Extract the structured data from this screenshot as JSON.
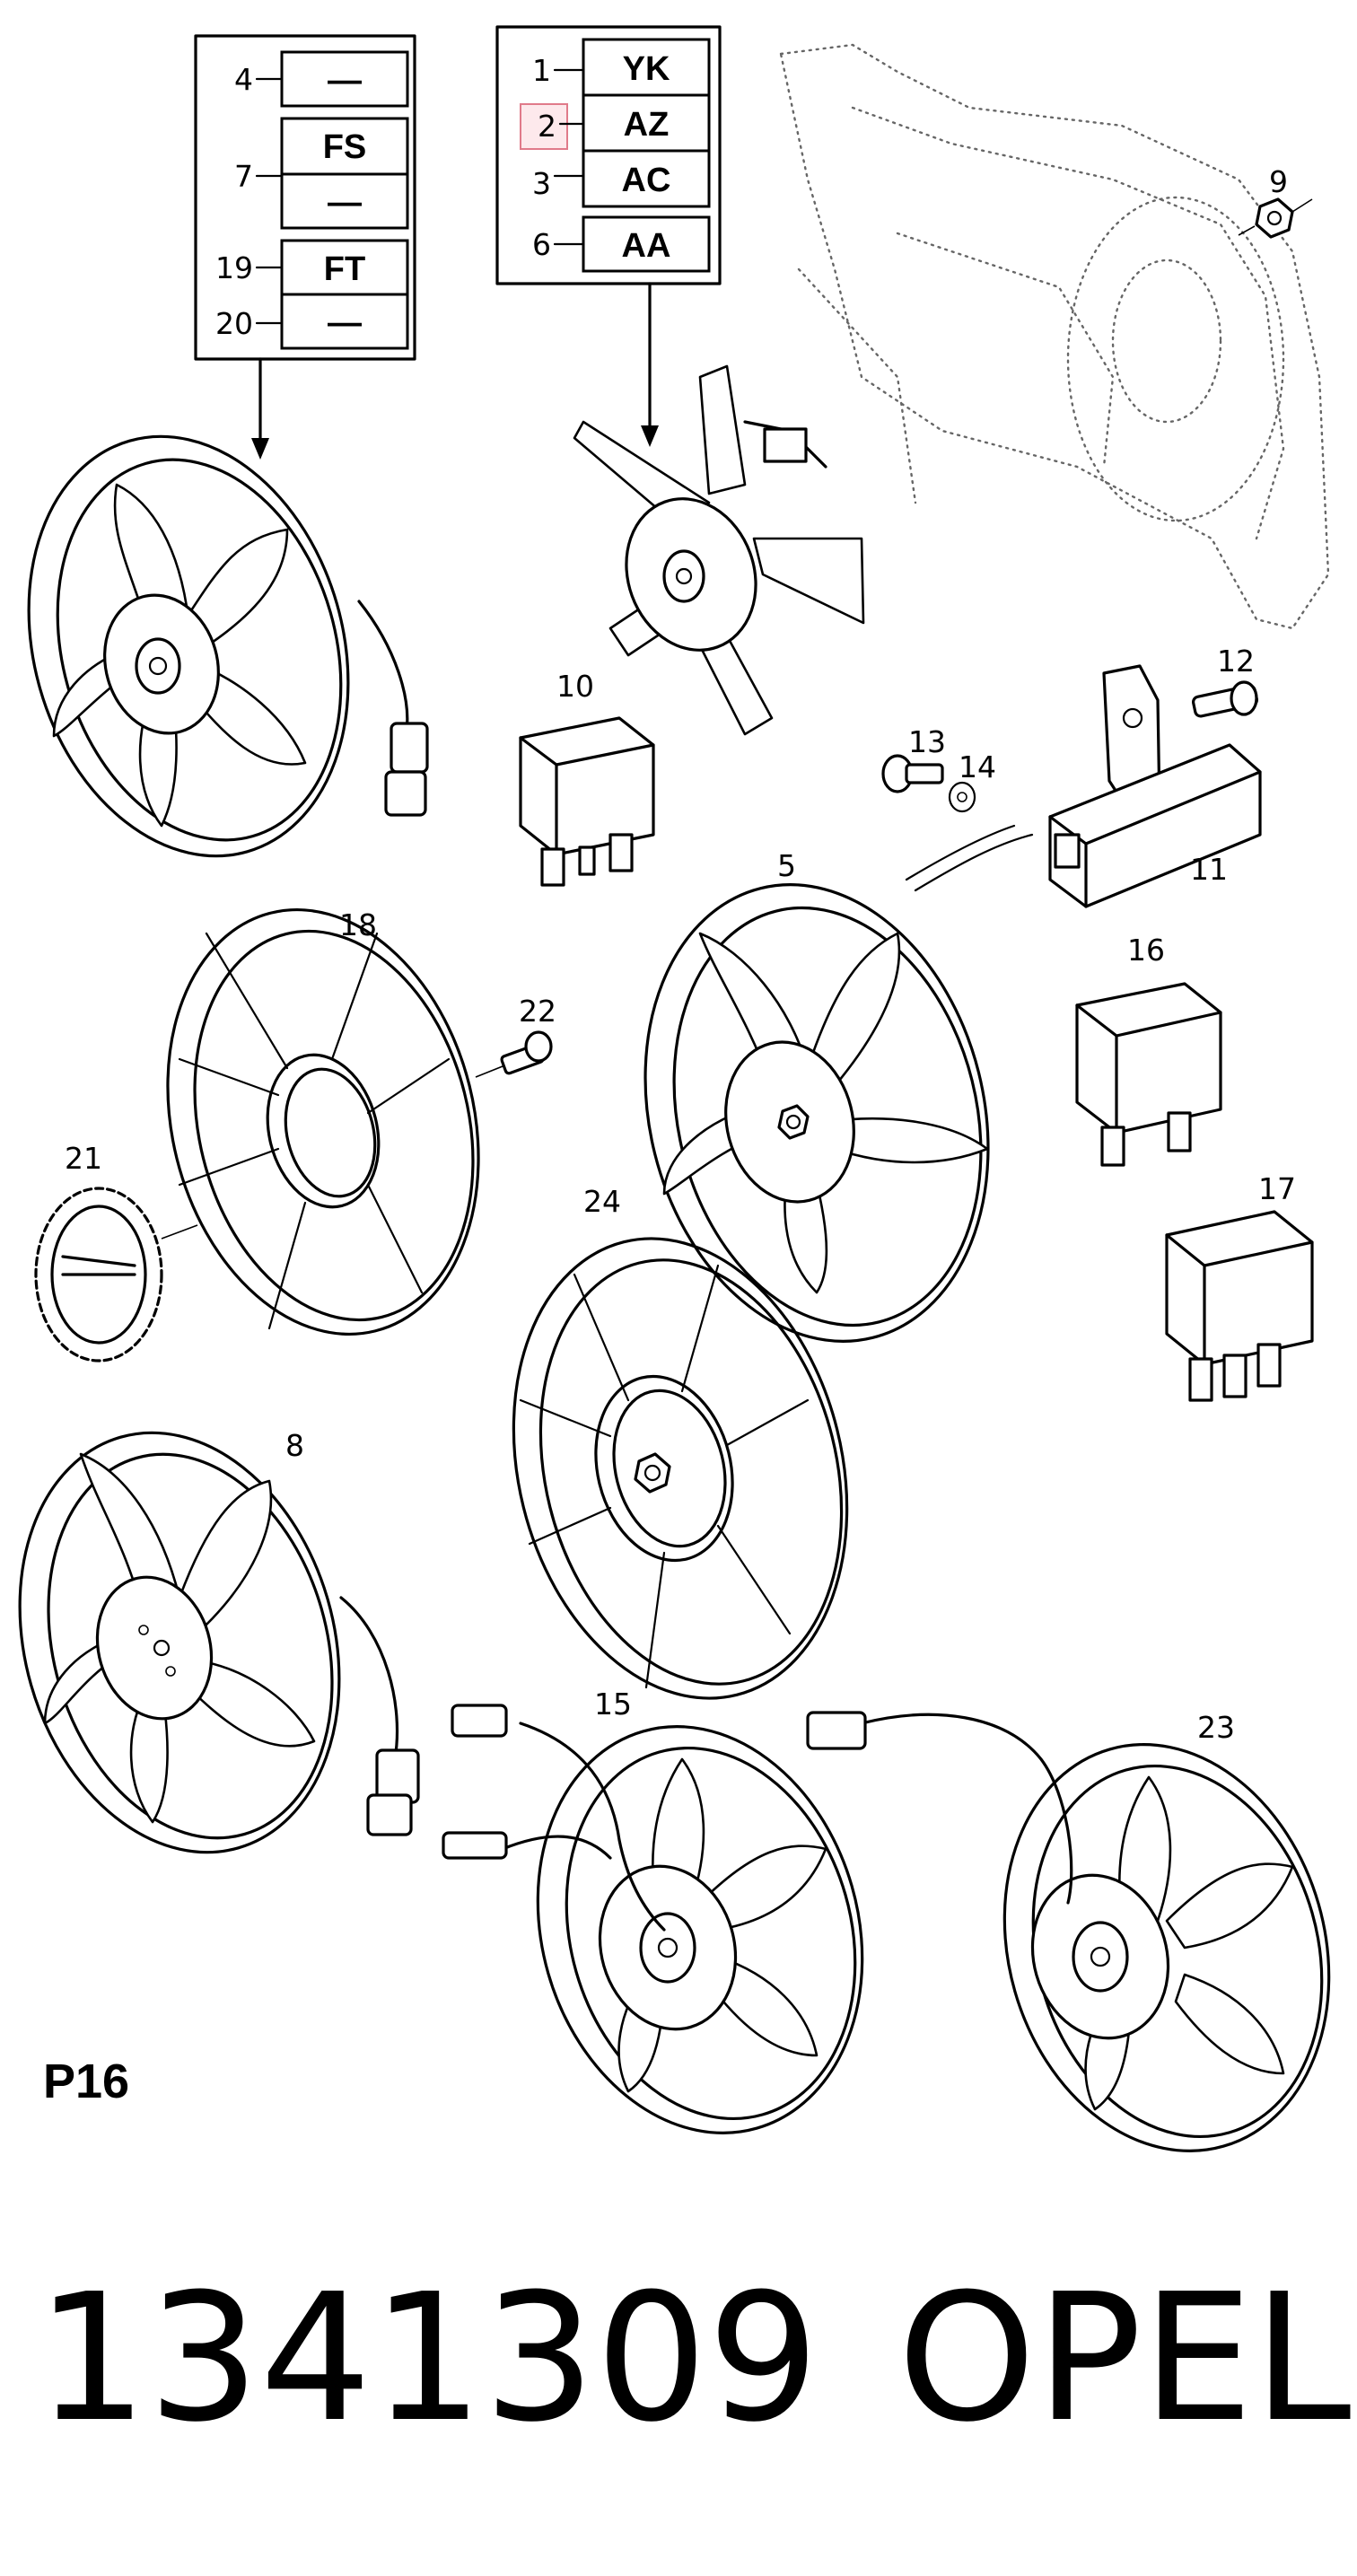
{
  "diagram_code": "P16",
  "part_number": "1341309",
  "brand": "OPEL",
  "legend_left": [
    {
      "ref": "4",
      "code": "—"
    },
    {
      "ref": "7",
      "code": "FS"
    },
    {
      "ref": "",
      "code": "—"
    },
    {
      "ref": "19",
      "code": "FT"
    },
    {
      "ref": "20",
      "code": "—"
    }
  ],
  "legend_right": [
    {
      "ref": "1",
      "code": "YK"
    },
    {
      "ref": "2",
      "code": "AZ",
      "highlighted": true
    },
    {
      "ref": "3",
      "code": "AC"
    },
    {
      "ref": "6",
      "code": "AA"
    }
  ],
  "part_callouts": [
    "9",
    "10",
    "12",
    "13",
    "14",
    "11",
    "5",
    "18",
    "16",
    "22",
    "21",
    "24",
    "17",
    "8",
    "15",
    "23"
  ],
  "colors": {
    "ink": "#000000",
    "highlight_fill": "#fde9ec",
    "highlight_stroke": "#e07a8a",
    "shroud_dots": "#666666"
  }
}
